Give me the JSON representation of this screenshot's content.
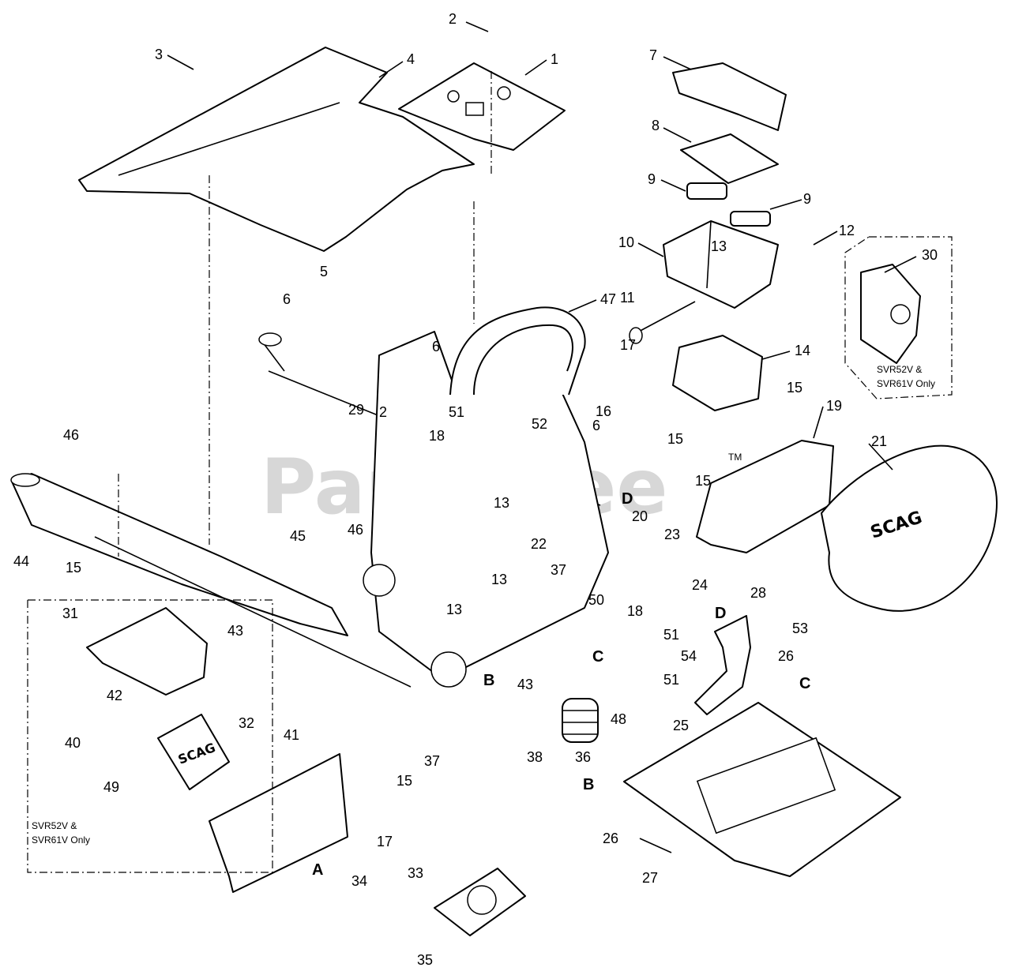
{
  "watermark": {
    "text": "PartsTree",
    "tm": "TM"
  },
  "notes": {
    "model_note_right": [
      "SVR52V &",
      "SVR61V Only"
    ],
    "model_note_left": [
      "SVR52V &",
      "SVR61V Only"
    ]
  },
  "brand_labels": {
    "seat": "SCAG",
    "plate": "SCAG"
  },
  "reference_letters": [
    "A",
    "B",
    "B",
    "C",
    "C",
    "D",
    "D"
  ],
  "callouts": [
    "1",
    "2",
    "2",
    "3",
    "4",
    "5",
    "6",
    "6",
    "6",
    "7",
    "8",
    "9",
    "9",
    "10",
    "11",
    "12",
    "13",
    "13",
    "13",
    "13",
    "14",
    "15",
    "15",
    "15",
    "15",
    "15",
    "16",
    "17",
    "17",
    "18",
    "18",
    "19",
    "20",
    "21",
    "22",
    "23",
    "24",
    "25",
    "26",
    "26",
    "27",
    "28",
    "29",
    "30",
    "31",
    "32",
    "33",
    "34",
    "35",
    "36",
    "37",
    "37",
    "38",
    "40",
    "41",
    "42",
    "43",
    "43",
    "44",
    "45",
    "46",
    "46",
    "47",
    "48",
    "49",
    "50",
    "51",
    "51",
    "51",
    "52",
    "53",
    "54"
  ]
}
